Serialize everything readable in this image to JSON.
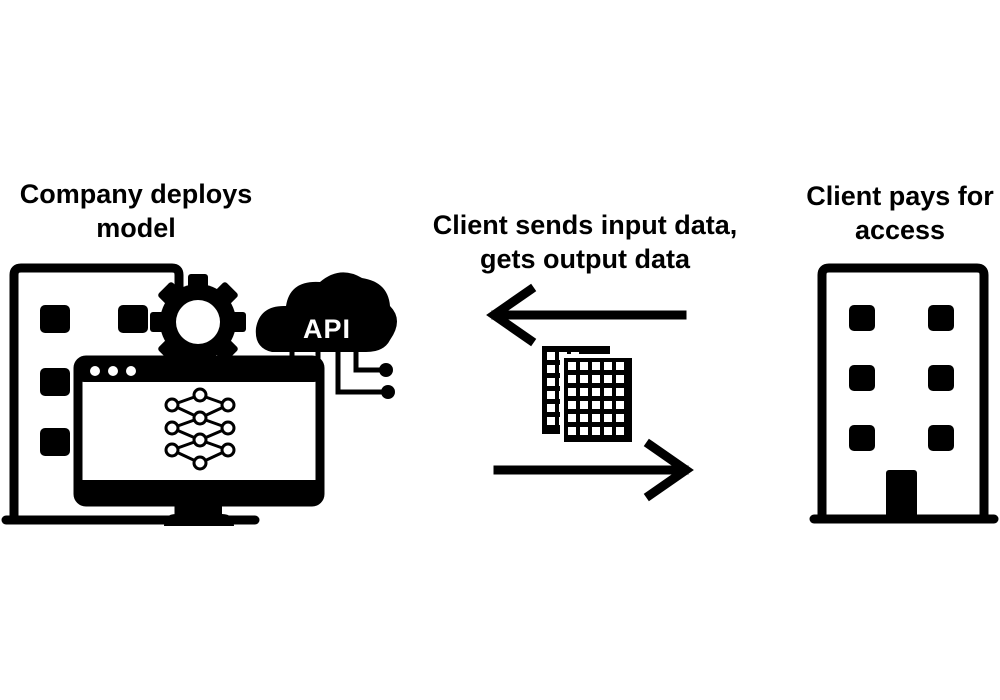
{
  "company": {
    "label_line1": "Company deploys",
    "label_line2": "model"
  },
  "api_badge": {
    "text": "API"
  },
  "client": {
    "label_line1": "Client pays for",
    "label_line2": "access"
  },
  "flow": {
    "label_line1": "Client sends input data,",
    "label_line2": "gets output data"
  },
  "colors": {
    "ink": "#000000",
    "background": "#ffffff"
  },
  "icons": {
    "company_building": "office-building-icon",
    "gear": "gear-icon",
    "cloud": "cloud-api-icon",
    "monitor": "monitor-icon",
    "network": "neural-network-icon",
    "data": "data-grid-icon",
    "client_building": "office-building-icon",
    "arrow_left": "arrow-left-icon",
    "arrow_right": "arrow-right-icon"
  }
}
